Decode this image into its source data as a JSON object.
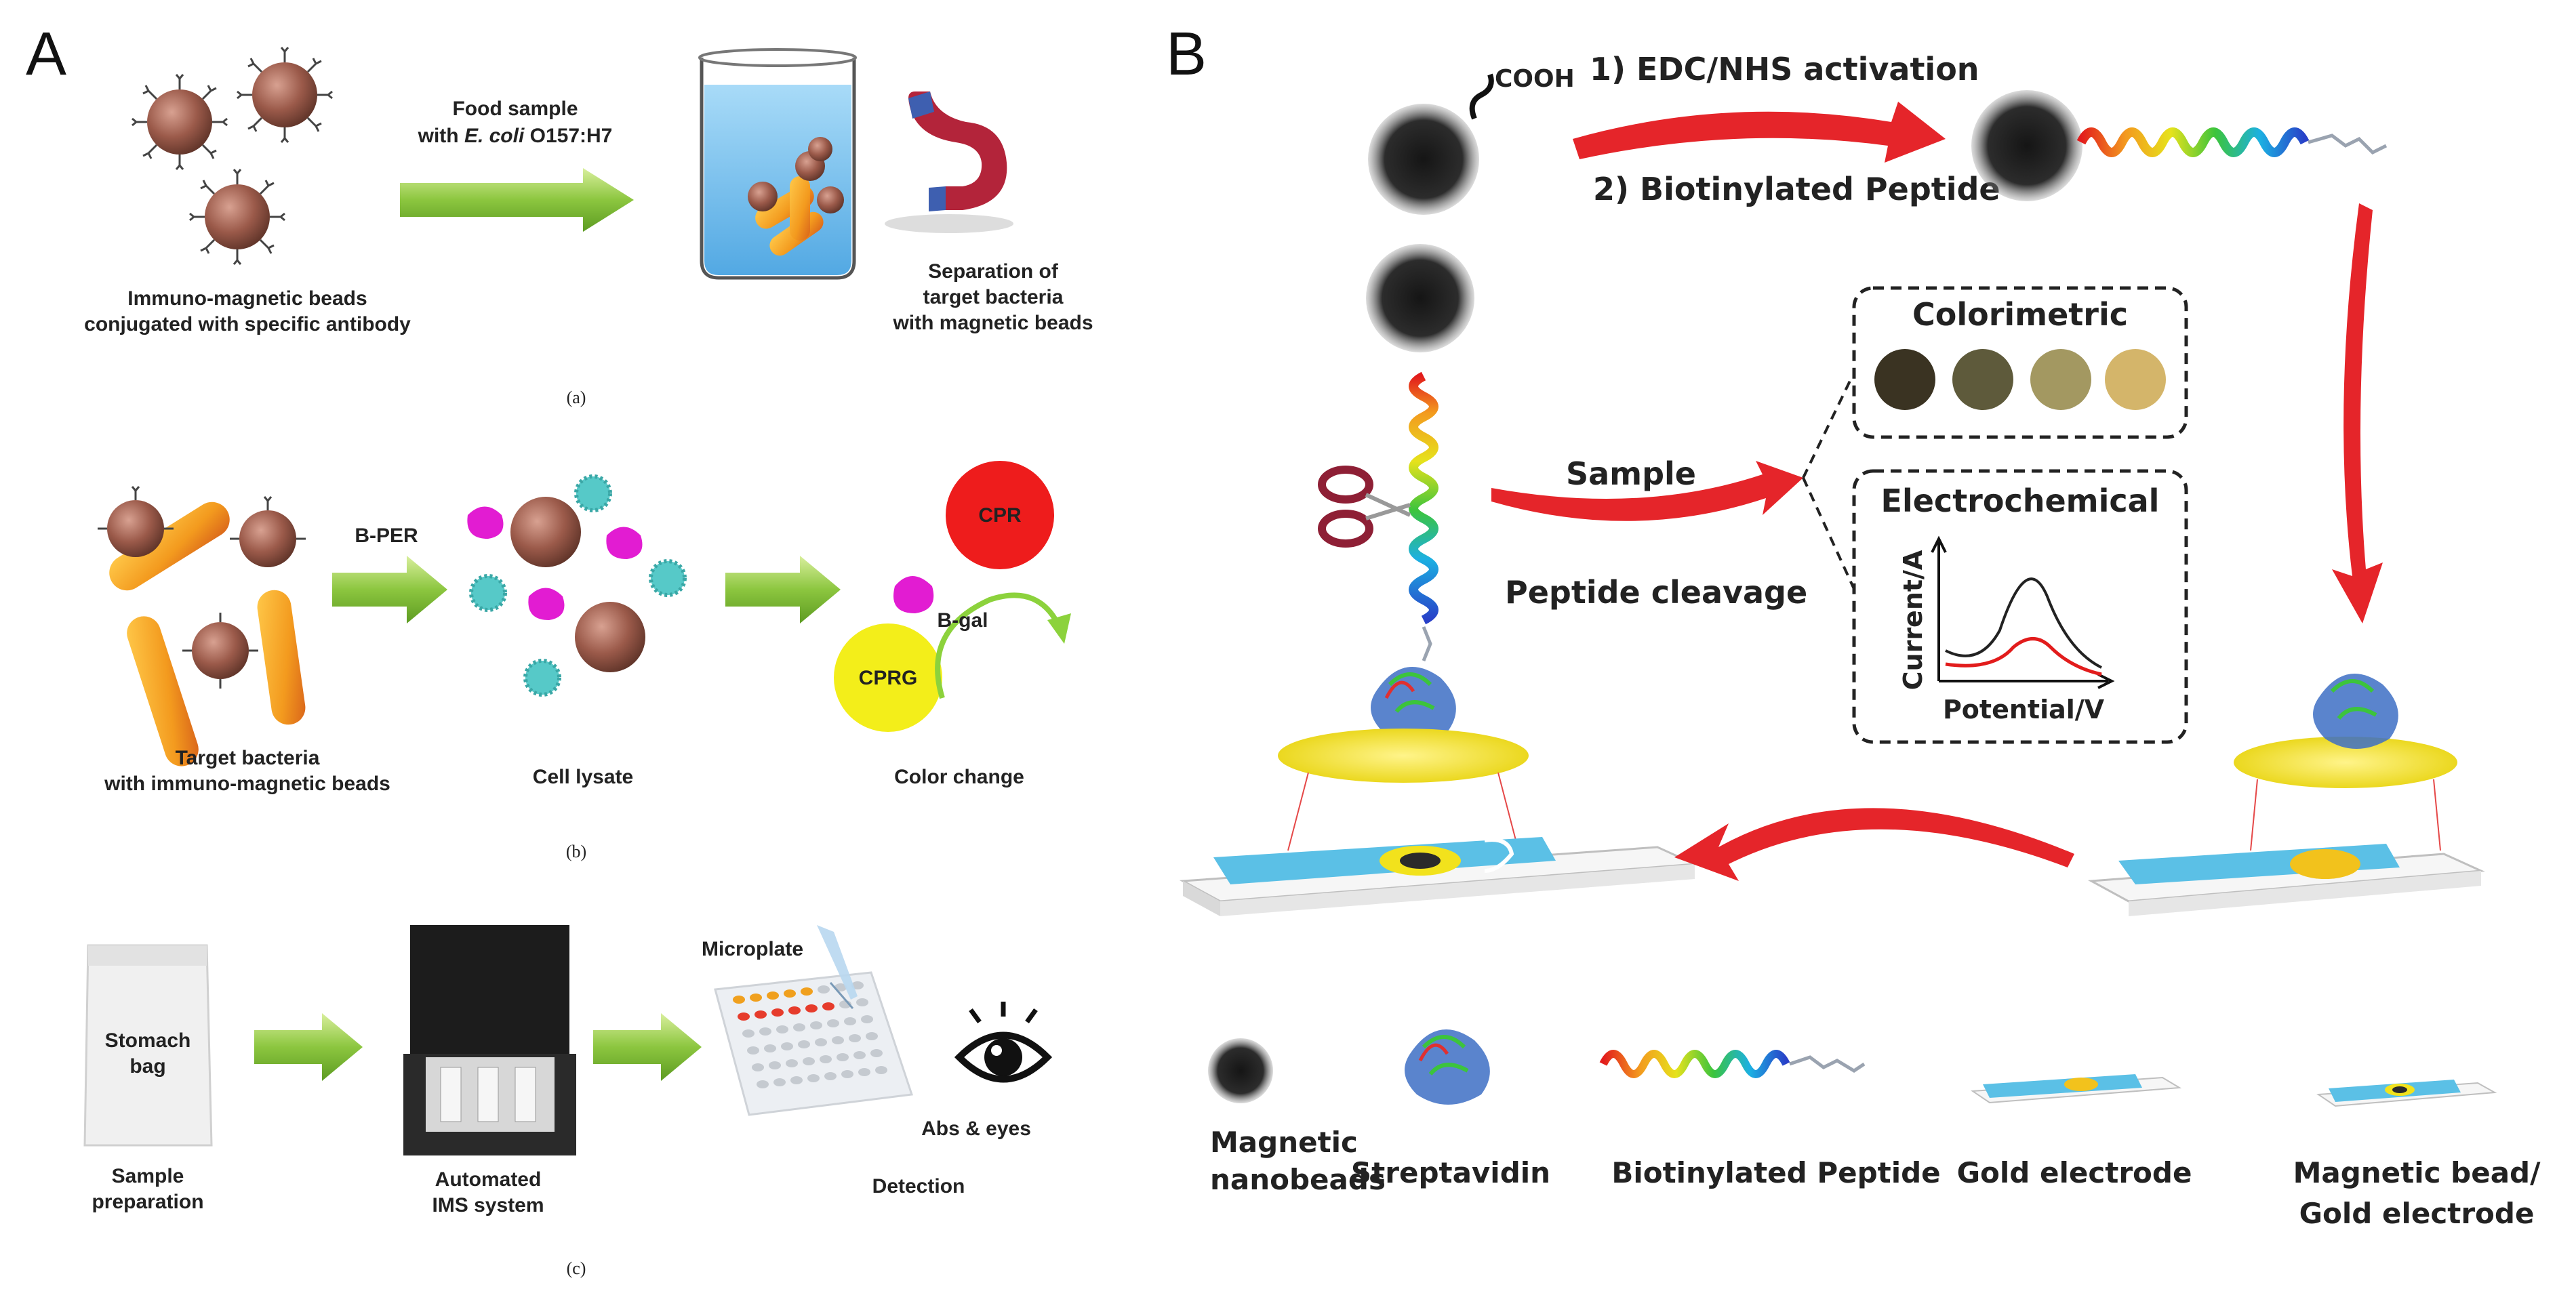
{
  "panel_a": {
    "letter": "A",
    "row1": {
      "arrow_label_line1": "Food sample",
      "arrow_label_with": "with ",
      "arrow_label_species": "E. coli",
      "arrow_label_strain": " O157:H7",
      "beads_label_line1": "Immuno-magnetic beads",
      "beads_label_line2": "conjugated with specific antibody",
      "separation_line1": "Separation of",
      "separation_line2": "target bacteria",
      "separation_line3": "with magnetic beads",
      "caption": "(a)"
    },
    "row2": {
      "arrow_label": "B-PER",
      "cpr": "CPR",
      "cprg": "CPRG",
      "bgal": "B-gal",
      "target_line1": "Target bacteria",
      "target_line2": "with immuno-magnetic beads",
      "lysate": "Cell lysate",
      "color_change": "Color change",
      "caption": "(b)"
    },
    "row3": {
      "bag_line1": "Stomach",
      "bag_line2": "bag",
      "sample_line1": "Sample",
      "sample_line2": "preparation",
      "ims_line1": "Automated",
      "ims_line2": "IMS system",
      "microplate": "Microplate",
      "abs_eyes": "Abs & eyes",
      "detection": "Detection",
      "caption": "(c)"
    }
  },
  "panel_b": {
    "letter": "B",
    "cooh": "COOH",
    "step1": "1) EDC/NHS activation",
    "step2": "2) Biotinylated Peptide",
    "sample": "Sample",
    "peptide_cleavage": "Peptide cleavage",
    "colorimetric": "Colorimetric",
    "electrochemical": "Electrochemical",
    "ylabel": "Current/A",
    "xlabel": "Potential/V",
    "legend": {
      "nanobeads_line1": "Magnetic",
      "nanobeads_line2": "nanobeads",
      "streptavidin": "Streptavidin",
      "peptide": "Biotinylated Peptide",
      "gold": "Gold electrode",
      "mb_gold_line1": "Magnetic bead/",
      "mb_gold_line2": "Gold electrode"
    }
  },
  "colors": {
    "bead": "#9b5a4a",
    "arrow_green": "#8cc63f",
    "arrow_red": "#e5252a",
    "electrode_blue": "#5bc0e6",
    "gold": "#f2e21c",
    "cpr_red": "#ee1c1c",
    "cprg_yellow": "#f3ee1a",
    "enzyme_magenta": "#e21cd2",
    "lysate_cyan": "#56c9c8"
  }
}
